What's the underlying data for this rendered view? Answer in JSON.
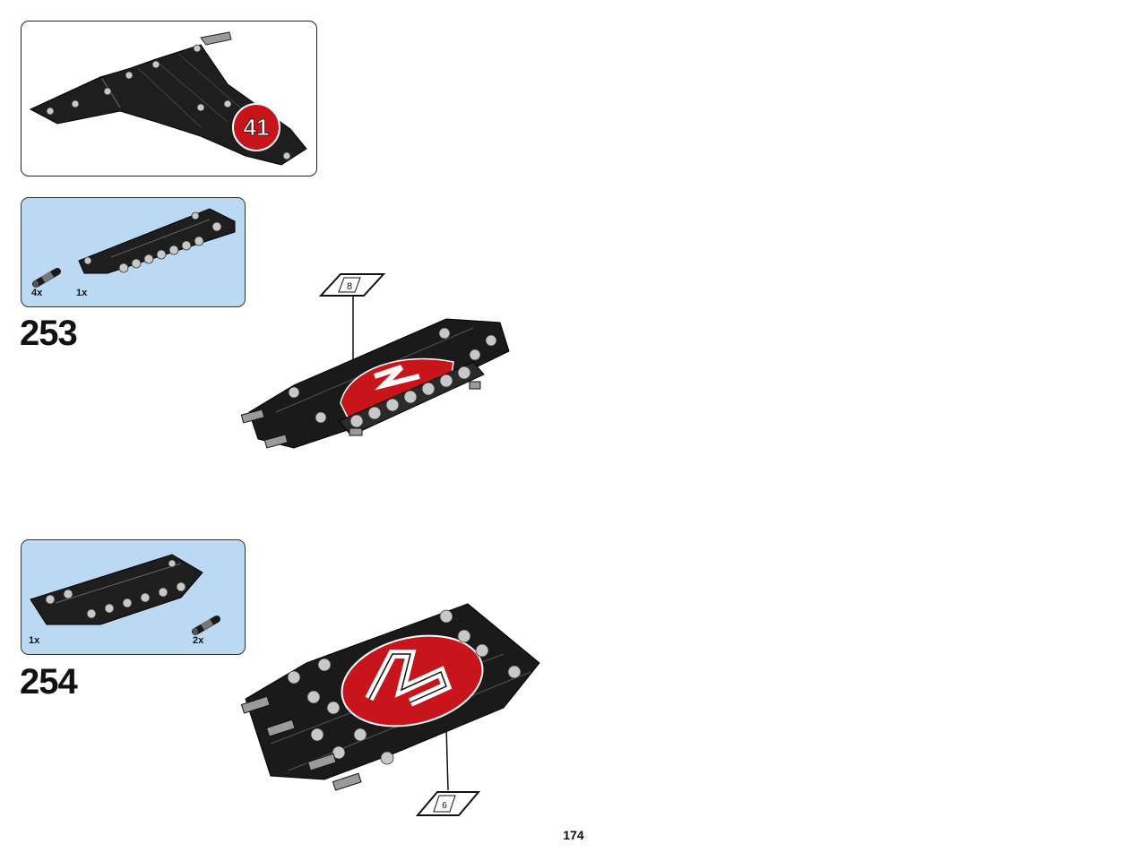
{
  "submodel_preview": {
    "decal_number": "41"
  },
  "steps": [
    {
      "number": "253",
      "parts": [
        {
          "quantity": "4x",
          "icon": "connector-pin-icon"
        },
        {
          "quantity": "1x",
          "icon": "beam-panel-icon"
        }
      ],
      "sticker": "8"
    },
    {
      "number": "254",
      "parts": [
        {
          "quantity": "1x",
          "icon": "wing-panel-icon"
        },
        {
          "quantity": "2x",
          "icon": "connector-pin-icon"
        }
      ],
      "sticker": "6"
    }
  ],
  "page_number": "174",
  "colors": {
    "parts_box": "#bcd9f3",
    "decal_red": "#c8141b",
    "part_black": "#1a1a1a",
    "part_grey": "#bdbdbd"
  }
}
